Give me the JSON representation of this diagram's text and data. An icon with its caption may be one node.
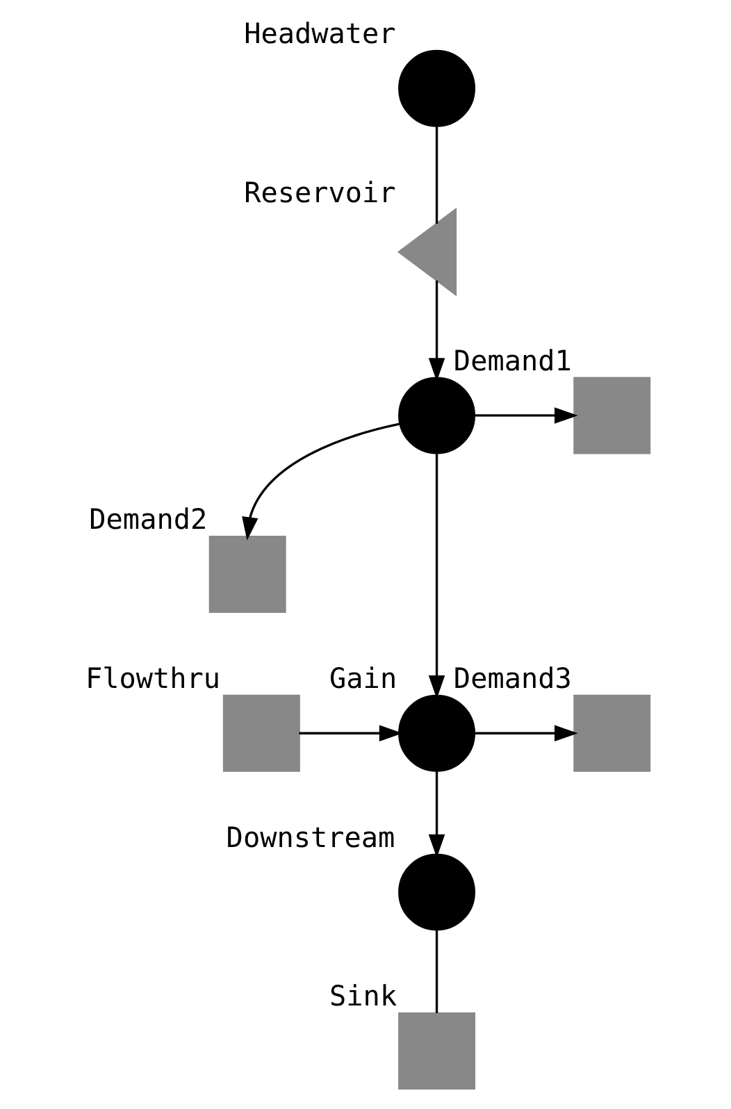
{
  "diagram": {
    "nodes": [
      {
        "text": [
          "Headwater"
        ]
      },
      {
        "text": [
          "Reservoir"
        ]
      },
      {
        "text": [],
        "shape": "circle"
      },
      {
        "text": [
          "Demand1"
        ]
      },
      {
        "text": [
          "Demand2"
        ]
      },
      {
        "text": [
          "Gain"
        ]
      },
      {
        "text": [
          "Demand3"
        ]
      },
      {
        "text": [
          "Flowthru"
        ]
      },
      {
        "text": [
          "Downstream"
        ]
      },
      {
        "text": [
          "Sink"
        ]
      }
    ],
    "edges": [
      {
        "from": 0,
        "to": 1,
        "arrow": "none"
      },
      {
        "from": 1,
        "to": 2,
        "arrow": "to"
      },
      {
        "from": 2,
        "to": 3,
        "arrow": "to"
      },
      {
        "from": 2,
        "to": 4,
        "arrow": "to"
      },
      {
        "from": 2,
        "to": 5,
        "arrow": "to"
      },
      {
        "from": 5,
        "to": 6,
        "arrow": "to"
      },
      {
        "from": 7,
        "to": 5,
        "arrow": "to"
      },
      {
        "from": 5,
        "to": 8,
        "arrow": "to"
      },
      {
        "from": 8,
        "to": 9,
        "arrow": "none"
      }
    ]
  }
}
